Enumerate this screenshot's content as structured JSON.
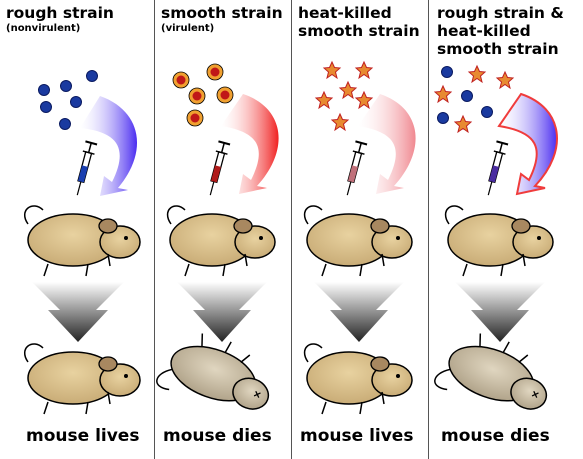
{
  "columns": [
    {
      "title": "rough strain",
      "subtitle": "(nonvirulent)",
      "result": "mouse lives",
      "bacteria": "blue-dots",
      "syringe_color": "#1a3fb0",
      "arrow_color": "#5a3cf0",
      "mouse_state": "alive"
    },
    {
      "title": "smooth strain",
      "subtitle": "(virulent)",
      "result": "mouse dies",
      "bacteria": "red-encapsulated",
      "syringe_color": "#b01a1a",
      "arrow_color": "#f03c3c",
      "mouse_state": "dead"
    },
    {
      "title": "heat-killed smooth strain",
      "subtitle": "",
      "result": "mouse lives",
      "bacteria": "heat-killed-stars",
      "syringe_color": "#c0707a",
      "arrow_color": "#f0a0a8",
      "mouse_state": "alive"
    },
    {
      "title": "rough strain & heat-killed smooth strain",
      "subtitle": "",
      "result": "mouse dies",
      "bacteria": "mixed",
      "syringe_color": "#4a2ca0",
      "arrow_color": "#5a3cf0",
      "mouse_state": "dead"
    }
  ]
}
